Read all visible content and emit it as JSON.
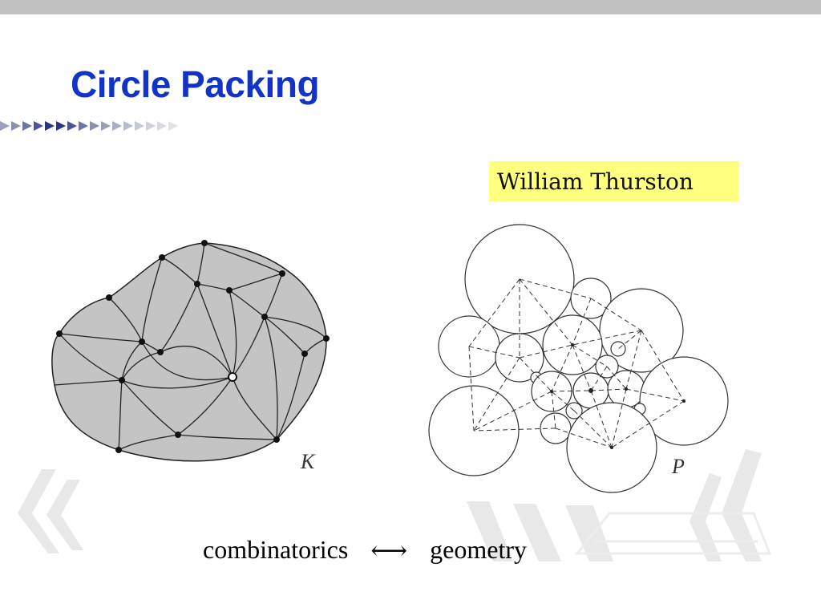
{
  "slide": {
    "title": "Circle Packing",
    "caption": "William Thurston",
    "bottom": {
      "left": "combinatorics",
      "arrow": "⟷",
      "right": "geometry"
    }
  },
  "figures": {
    "complex_label": "K",
    "packing_label": "P"
  },
  "colors": {
    "title": "#1233c8",
    "caption_background": "#ffff80",
    "complex_fill": "#c4c4c4",
    "top_bar": "#c0c0c0"
  },
  "icons": [
    "arrow-strip-icon",
    "chevron-decor-icon"
  ]
}
